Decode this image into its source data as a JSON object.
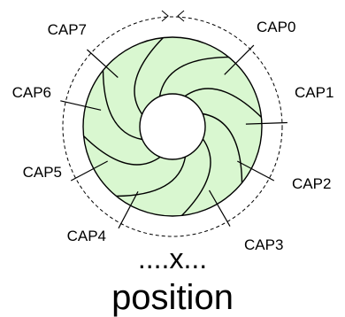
{
  "diagram": {
    "capacitor_labels": [
      "CAP0",
      "CAP1",
      "CAP2",
      "CAP3",
      "CAP4",
      "CAP5",
      "CAP6",
      "CAP7"
    ],
    "caption_line1": "....x...",
    "caption_line2": "position",
    "colors": {
      "ring_fill": "#d9f7d0",
      "stroke": "#000000",
      "background": "#ffffff"
    }
  }
}
